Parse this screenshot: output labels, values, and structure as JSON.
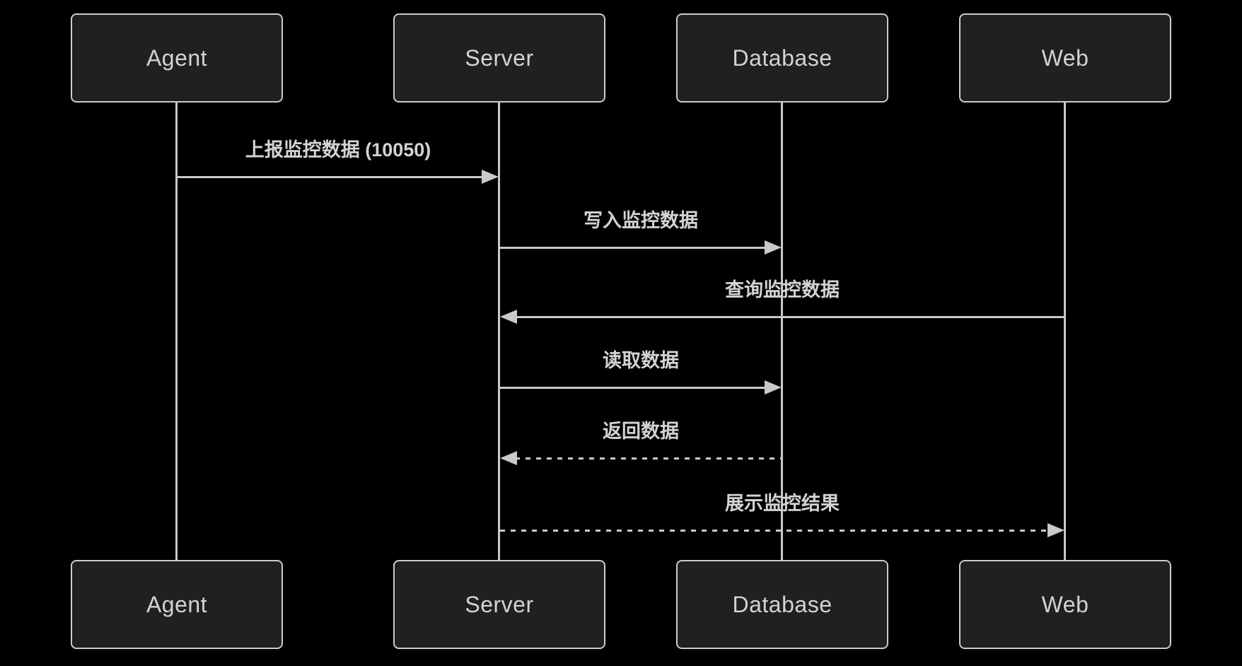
{
  "diagram": {
    "type": "sequence",
    "colors": {
      "background": "#000000",
      "actor_fill": "#1f2020",
      "actor_border": "#cccccc",
      "actor_text": "#d3d3d3",
      "line": "#c9c9c9",
      "message_text": "#d3d3d3"
    },
    "actors": [
      {
        "label": "Agent"
      },
      {
        "label": "Server"
      },
      {
        "label": "Database"
      },
      {
        "label": "Web"
      }
    ],
    "messages": [
      {
        "label": "上报监控数据 (10050)",
        "from": "Agent",
        "to": "Server",
        "line": "solid",
        "direction": "right"
      },
      {
        "label": "写入监控数据",
        "from": "Server",
        "to": "Database",
        "line": "solid",
        "direction": "right"
      },
      {
        "label": "查询监控数据",
        "from": "Web",
        "to": "Server",
        "line": "solid",
        "direction": "left"
      },
      {
        "label": "读取数据",
        "from": "Server",
        "to": "Database",
        "line": "solid",
        "direction": "right"
      },
      {
        "label": "返回数据",
        "from": "Database",
        "to": "Server",
        "line": "dotted",
        "direction": "left"
      },
      {
        "label": "展示监控结果",
        "from": "Server",
        "to": "Web",
        "line": "dotted",
        "direction": "right"
      }
    ]
  }
}
